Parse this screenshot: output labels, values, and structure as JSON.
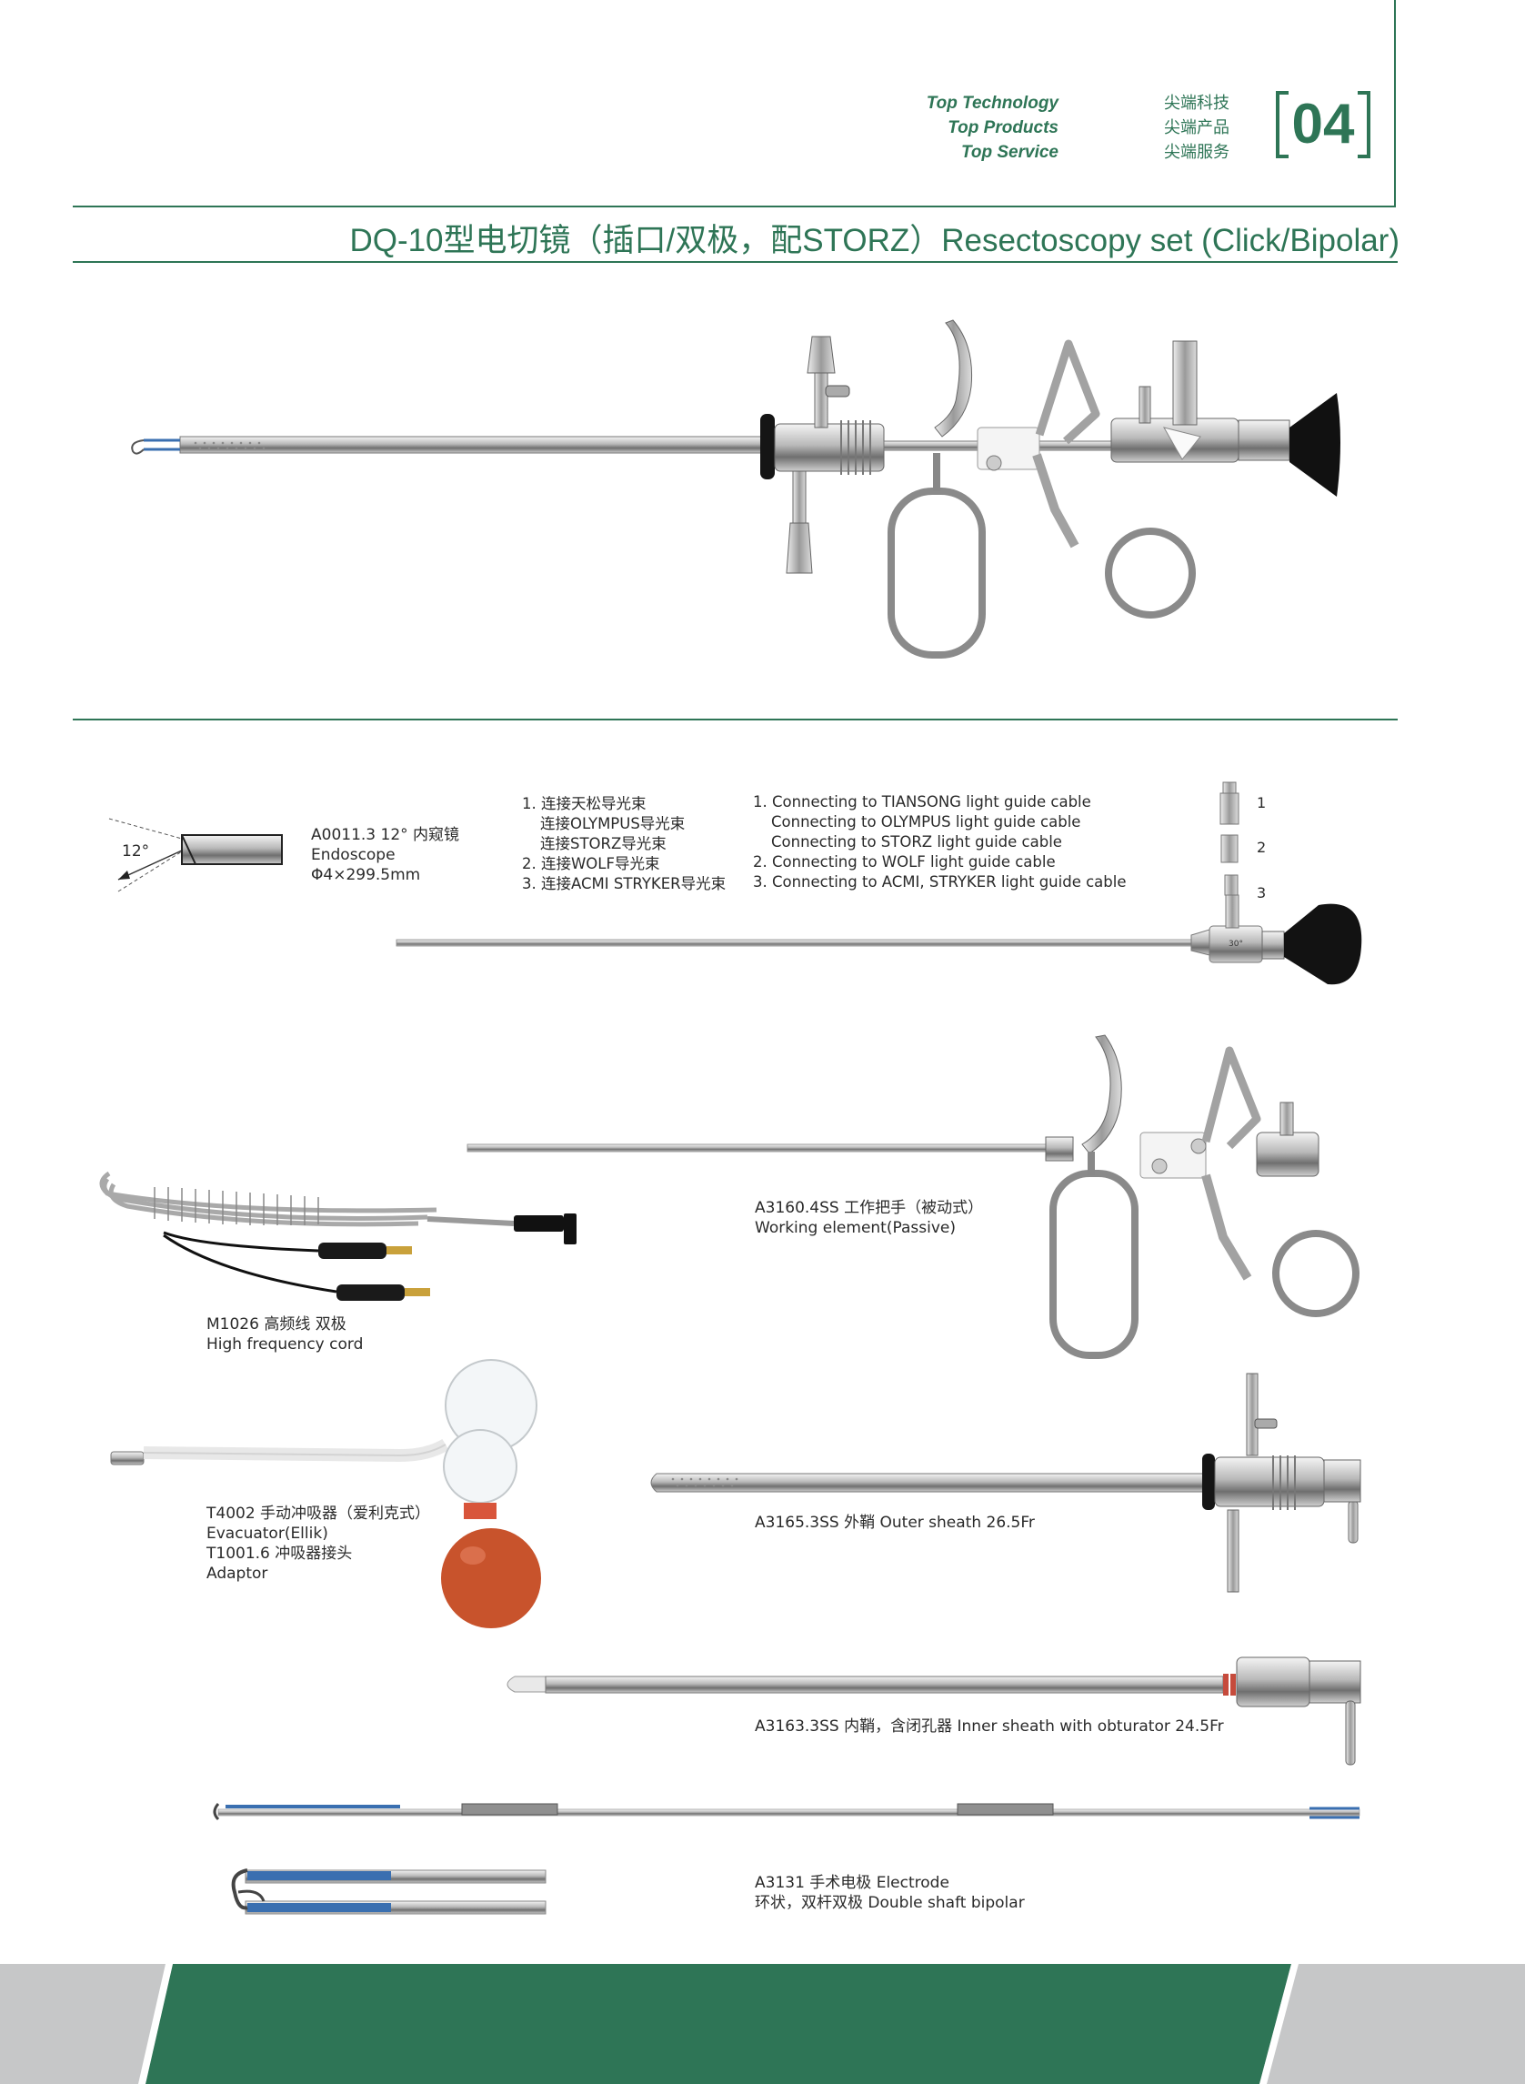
{
  "header": {
    "slogans_en": [
      "Top Technology",
      "Top Products",
      "Top Service"
    ],
    "slogans_cn": [
      "尖端科技",
      "尖端产品",
      "尖端服务"
    ],
    "page_number": "04",
    "title": "DQ-10型电切镜（插口/双极，配STORZ）Resectoscopy set (Click/Bipolar)"
  },
  "endoscope": {
    "angle_label": "12°",
    "caption": [
      "A0011.3 12° 内窥镜",
      "Endoscope",
      "Φ4×299.5mm"
    ],
    "lens_marking": "30°"
  },
  "connectors_cn": [
    "1. 连接天松导光束",
    "连接OLYMPUS导光束",
    "连接STORZ导光束",
    "2. 连接WOLF导光束",
    "3. 连接ACMI STRYKER导光束"
  ],
  "connectors_en": [
    "1. Connecting to TIANSONG light guide cable",
    "Connecting to OLYMPUS light guide cable",
    "Connecting to STORZ light guide cable",
    "2. Connecting to WOLF light guide cable",
    "3. Connecting to ACMI, STRYKER light guide cable"
  ],
  "connector_numbers": [
    "1",
    "2",
    "3"
  ],
  "working_element": [
    "A3160.4SS 工作把手（被动式）",
    "Working element(Passive)"
  ],
  "hf_cord": [
    "M1026 高频线 双极",
    "High frequency cord"
  ],
  "evacuator": [
    "T4002 手动冲吸器（爱利克式）",
    "Evacuator(Ellik)",
    "T1001.6 冲吸器接头",
    "Adaptor"
  ],
  "outer_sheath": "A3165.3SS 外鞘 Outer sheath 26.5Fr",
  "inner_sheath": "A3163.3SS 内鞘，含闭孔器 Inner sheath with obturator 24.5Fr",
  "electrode": [
    "A3131 手术电极 Electrode",
    "环状，双杆双极 Double shaft bipolar"
  ],
  "colors": {
    "brand_green": "#2e7556",
    "footer_grey": "#c6c7c8",
    "electrode_blue": "#3a6fb0",
    "bulb_orange": "#c8532c"
  }
}
